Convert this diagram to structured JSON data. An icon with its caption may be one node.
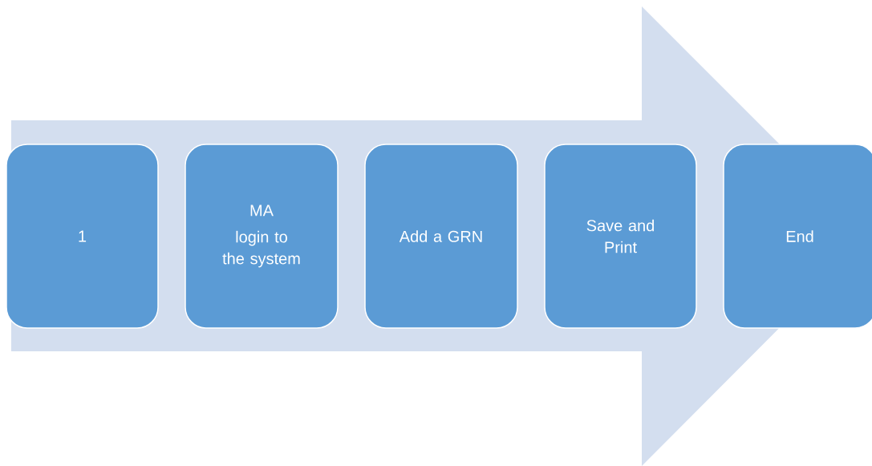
{
  "diagram": {
    "nodes": [
      {
        "text": [
          "1"
        ]
      },
      {
        "text": [
          "MA",
          "login to the system"
        ]
      },
      {
        "text": [
          "Add a GRN"
        ]
      },
      {
        "text": [
          "Save and Print"
        ]
      },
      {
        "text": [
          "End"
        ]
      }
    ],
    "edges": [
      {
        "from": 0,
        "to": 4,
        "arrow": "to"
      }
    ]
  }
}
